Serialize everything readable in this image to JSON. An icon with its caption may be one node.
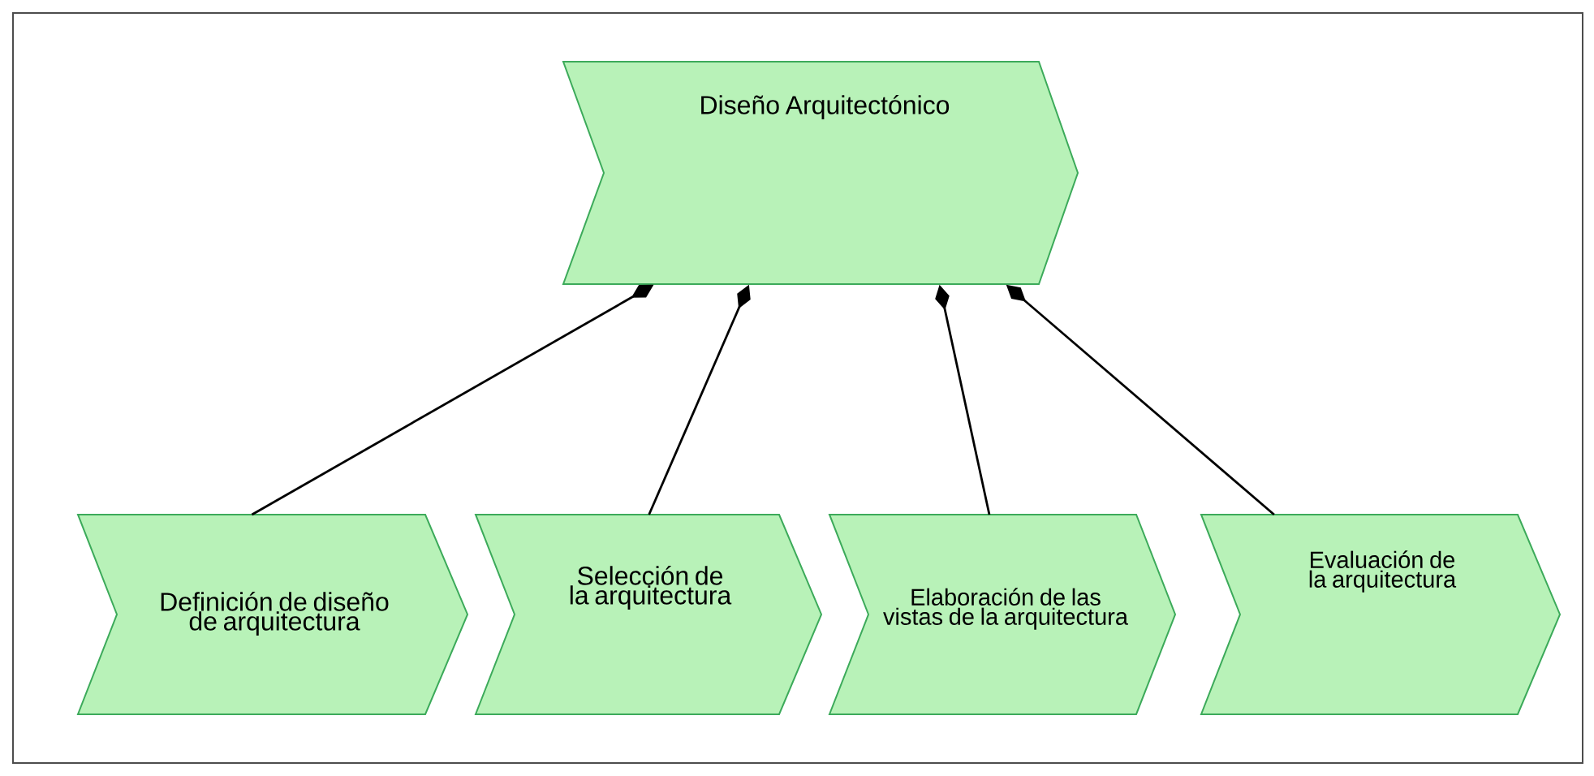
{
  "diagram": {
    "nodes": [
      {
        "text": [
          "Diseño Arquitectónico"
        ]
      },
      {
        "text": [
          "Definición de diseño de arquitectura"
        ]
      },
      {
        "text": [
          "Selección de la arquitectura"
        ]
      },
      {
        "text": [
          "Elaboración de las vistas de la arquitectura"
        ]
      },
      {
        "text": [
          "Evaluación de la arquitectura"
        ]
      }
    ],
    "edges": [
      {
        "from": 1,
        "to": 0,
        "arrow": "other"
      },
      {
        "from": 2,
        "to": 0,
        "arrow": "other"
      },
      {
        "from": 3,
        "to": 0,
        "arrow": "other"
      },
      {
        "from": 4,
        "to": 0,
        "arrow": "other"
      }
    ]
  }
}
